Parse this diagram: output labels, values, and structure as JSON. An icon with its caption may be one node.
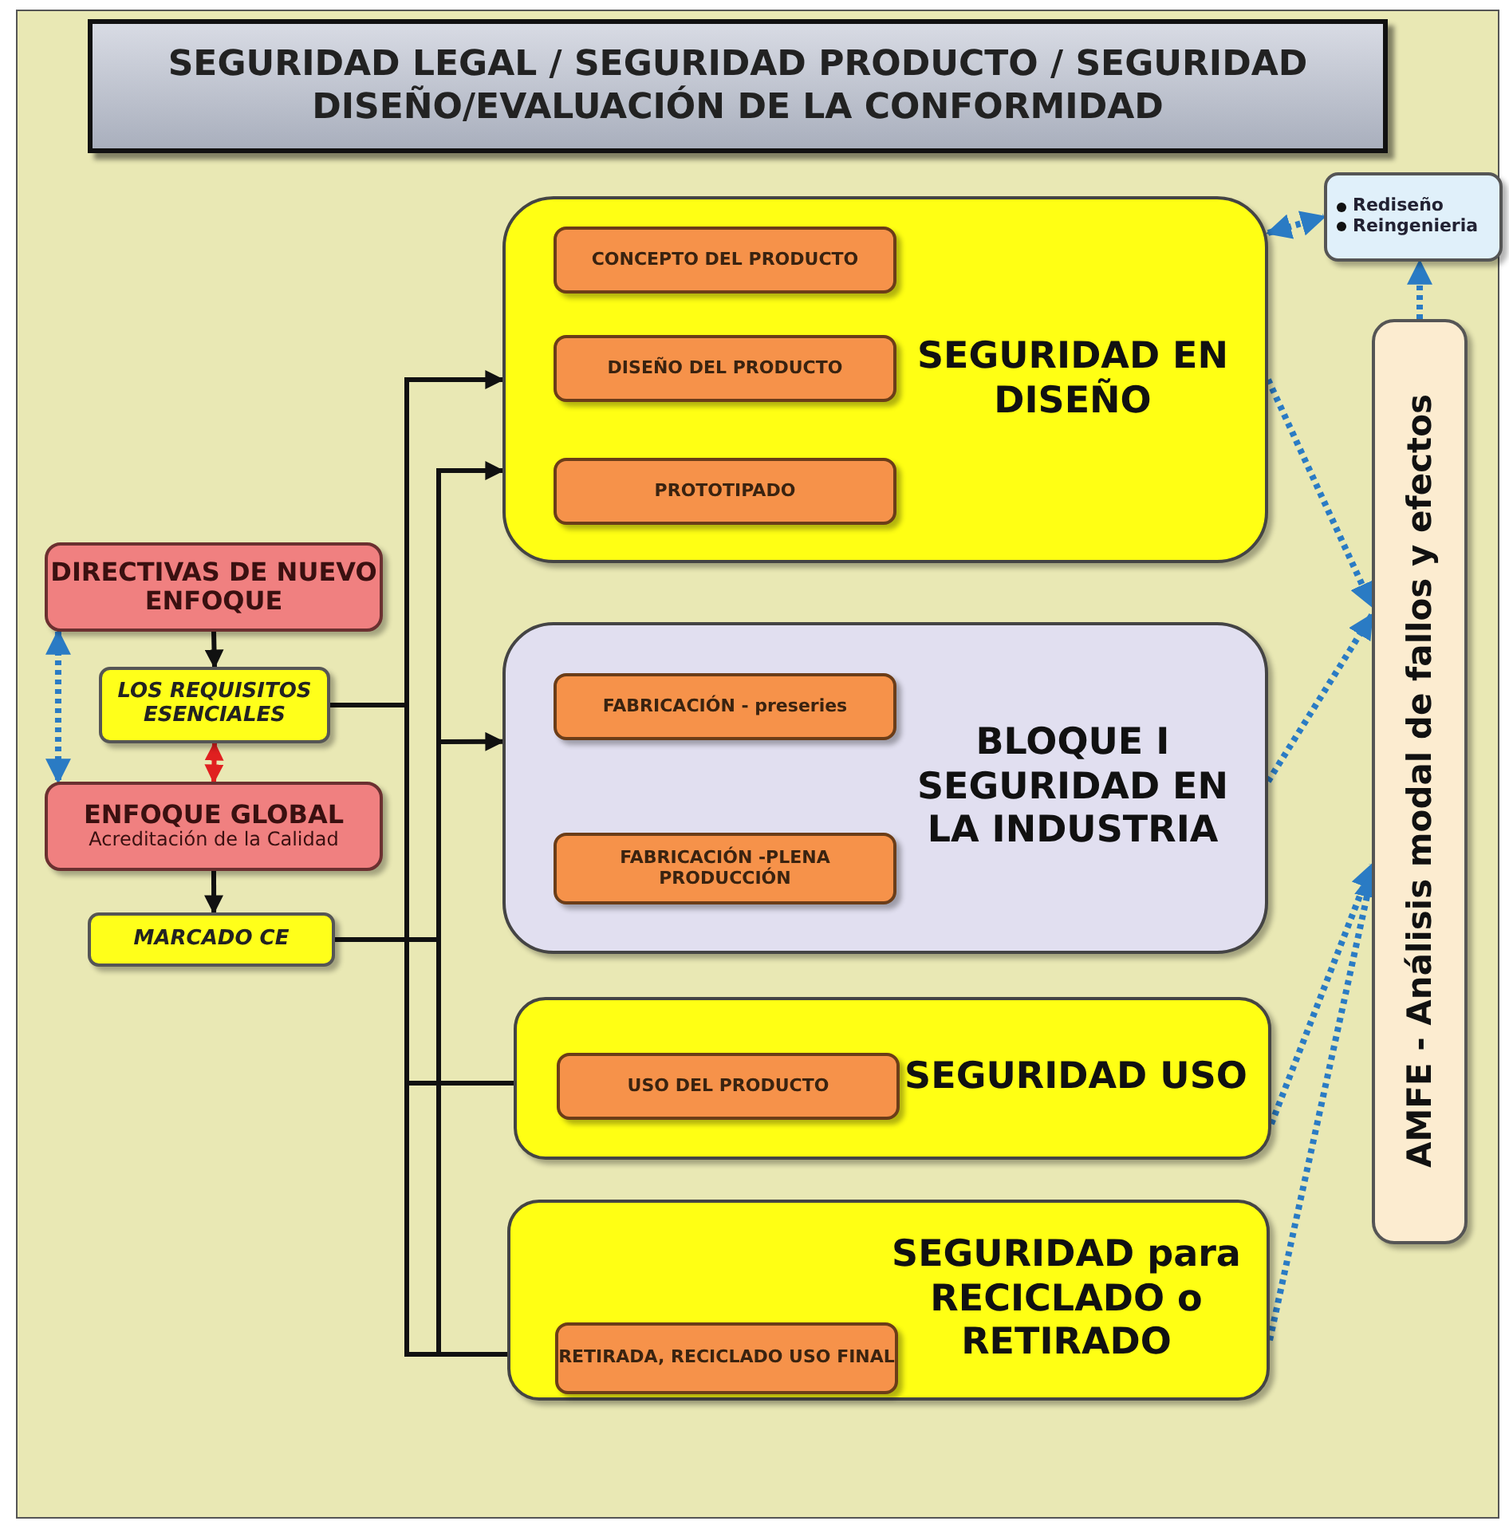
{
  "diagram": {
    "title": "SEGURIDAD LEGAL / SEGURIDAD PRODUCTO / SEGURIDAD DISEÑO/EVALUACIÓN DE LA CONFORMIDAD",
    "nodes": [
      {
        "text": [
          "DIRECTIVAS DE NUEVO ENFOQUE"
        ]
      },
      {
        "text": [
          "LOS REQUISITOS ESENCIALES"
        ]
      },
      {
        "text": [
          "ENFOQUE GLOBAL",
          "Acreditación de la Calidad"
        ]
      },
      {
        "text": [
          "MARCADO CE"
        ]
      },
      {
        "text": [
          "SEGURIDAD EN DISEÑO"
        ]
      },
      {
        "text": [
          "CONCEPTO DEL PRODUCTO"
        ],
        "in": 4
      },
      {
        "text": [
          "DISEÑO DEL PRODUCTO"
        ],
        "in": 4
      },
      {
        "text": [
          "PROTOTIPADO"
        ],
        "in": 4
      },
      {
        "text": [
          "BLOQUE I SEGURIDAD EN LA INDUSTRIA"
        ]
      },
      {
        "text": [
          "FABRICACIÓN - preseries"
        ],
        "in": 8
      },
      {
        "text": [
          "FABRICACIÓN -PLENA PRODUCCIÓN"
        ],
        "in": 8
      },
      {
        "text": [
          "SEGURIDAD USO"
        ]
      },
      {
        "text": [
          "USO DEL PRODUCTO"
        ],
        "in": 11
      },
      {
        "text": [
          "SEGURIDAD para RECICLADO o RETIRADO"
        ]
      },
      {
        "text": [
          "RETIRADA, RECICLADO USO FINAL"
        ],
        "in": 13
      },
      {
        "text": [
          "Rediseño",
          "Reingenieria"
        ]
      },
      {
        "text": [
          "AMFE - Análisis modal de fallos y efectos"
        ]
      }
    ],
    "edges": [
      {
        "from": 0,
        "to": 1,
        "arrow": "to"
      },
      {
        "from": 2,
        "to": 3,
        "arrow": "to"
      },
      {
        "from": 1,
        "to": 2,
        "arrow": "both",
        "color": "#e02020"
      },
      {
        "from": 0,
        "to": 2,
        "arrow": "both",
        "style": "dashed",
        "color": "#2a7bc4"
      },
      {
        "from": 1,
        "to": 4,
        "arrow": "to"
      },
      {
        "from": 3,
        "to": 4,
        "arrow": "to"
      },
      {
        "from": 3,
        "to": 8,
        "arrow": "to"
      },
      {
        "from": 1,
        "to": 12,
        "arrow": "to"
      },
      {
        "from": 1,
        "to": 14,
        "arrow": "to"
      },
      {
        "from": 3,
        "to": 14,
        "arrow": "to"
      },
      {
        "from": 4,
        "to": 15,
        "arrow": "both",
        "style": "dashed",
        "color": "#2a7bc4"
      },
      {
        "from": 16,
        "to": 15,
        "arrow": "to",
        "style": "dashed",
        "color": "#2a7bc4"
      },
      {
        "from": 4,
        "to": 16,
        "arrow": "to",
        "style": "dashed",
        "color": "#2a7bc4"
      },
      {
        "from": 8,
        "to": 16,
        "arrow": "to",
        "style": "dashed",
        "color": "#2a7bc4"
      },
      {
        "from": 11,
        "to": 16,
        "arrow": "to",
        "style": "dashed",
        "color": "#2a7bc4"
      },
      {
        "from": 13,
        "to": 16,
        "arrow": "to",
        "style": "dashed",
        "color": "#2a7bc4"
      }
    ]
  }
}
